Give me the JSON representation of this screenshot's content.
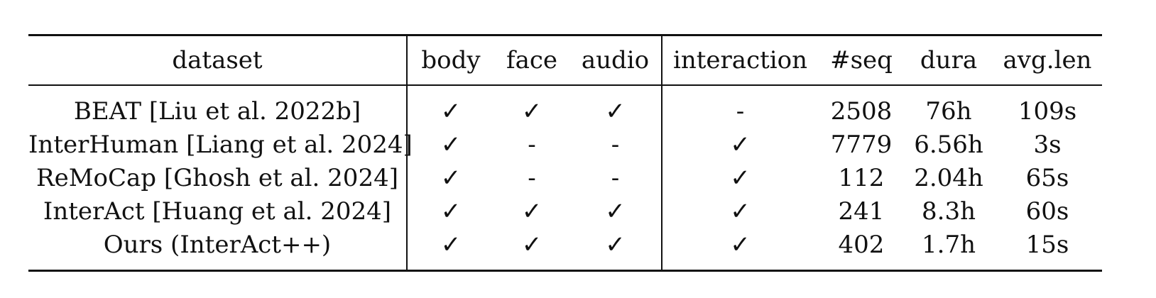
{
  "table": {
    "columns": [
      "dataset",
      "body",
      "face",
      "audio",
      "interaction",
      "#seq",
      "dura",
      "avg.len"
    ],
    "rows": [
      [
        "BEAT [Liu et al. 2022b]",
        "✓",
        "✓",
        "✓",
        "-",
        "2508",
        "76h",
        "109s"
      ],
      [
        "InterHuman [Liang et al. 2024]",
        "✓",
        "-",
        "-",
        "✓",
        "7779",
        "6.56h",
        "3s"
      ],
      [
        "ReMoCap [Ghosh et al. 2024]",
        "✓",
        "-",
        "-",
        "✓",
        "112",
        "2.04h",
        "65s"
      ],
      [
        "InterAct [Huang et al. 2024]",
        "✓",
        "✓",
        "✓",
        "✓",
        "241",
        "8.3h",
        "60s"
      ],
      [
        "Ours (InterAct++)",
        "✓",
        "✓",
        "✓",
        "✓",
        "402",
        "1.7h",
        "15s"
      ]
    ]
  }
}
